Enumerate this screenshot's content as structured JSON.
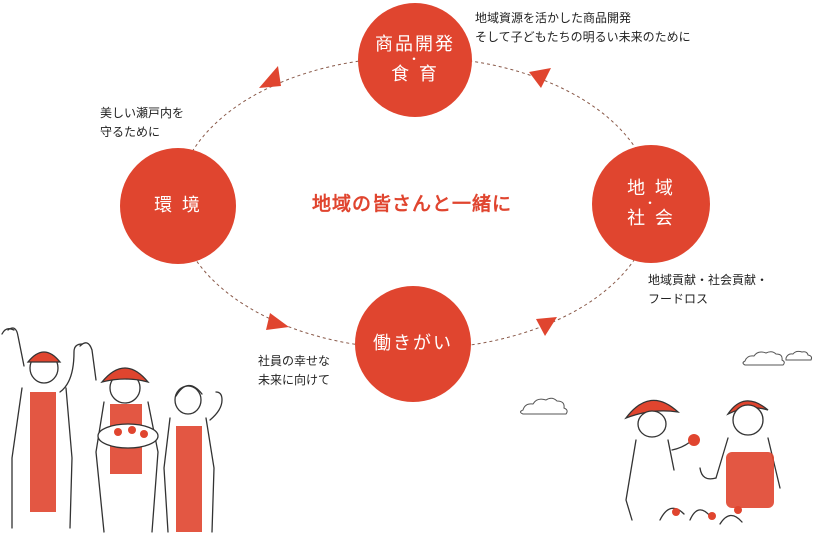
{
  "diagram": {
    "center_title": "地域の皆さんと一緒に",
    "nodes": {
      "top": {
        "line1": "商品開発",
        "dot": "・",
        "line2": "食 育"
      },
      "right": {
        "line1": "地 域",
        "dot": "・",
        "line2": "社 会"
      },
      "bottom": {
        "line1": "働きがい"
      },
      "left": {
        "line1": "環 境"
      }
    },
    "notes": {
      "top": [
        "地域資源を活かした商品開発",
        "そして子どもたちの明るい未来のために"
      ],
      "left": [
        "美しい瀬戸内を",
        "守るために"
      ],
      "right": [
        "地域貢献・社会貢献・",
        "フードロス"
      ],
      "bottom": [
        "社員の幸せな",
        "未来に向けて"
      ]
    }
  },
  "colors": {
    "accent": "#e0452f",
    "line": "#8a5a4a"
  },
  "illustrations": [
    "group-of-workers-illustration",
    "vegetable-harvest-illustration",
    "cloud-icon"
  ]
}
